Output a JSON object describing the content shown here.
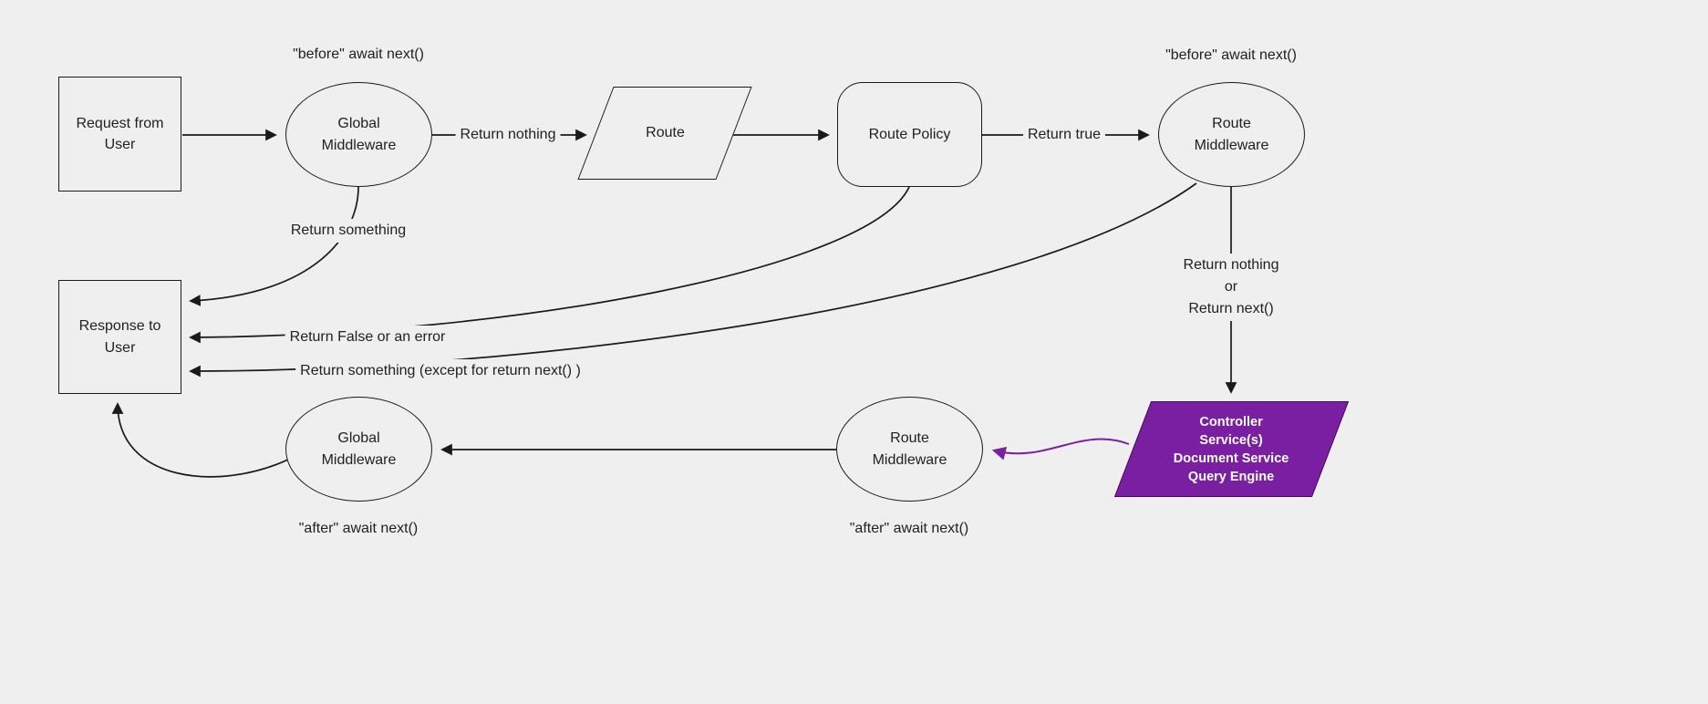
{
  "diagram": {
    "title": "Request lifecycle middleware flowchart",
    "background": "#efefef",
    "stroke_color": "#1a1a1a",
    "accent_purple": "#7b1fa2"
  },
  "nodes": {
    "request": "Request from\nUser",
    "global_middleware_top": "Global\nMiddleware",
    "route": "Route",
    "route_policy": "Route Policy",
    "route_middleware_top": "Route\nMiddleware",
    "response": "Response to\nUser",
    "controller": "Controller\nService(s)\nDocument Service\nQuery Engine",
    "route_middleware_bottom": "Route\nMiddleware",
    "global_middleware_bottom": "Global\nMiddleware"
  },
  "edge_labels": {
    "before_global": "\"before\" await next()",
    "before_route": "\"before\" await next()",
    "return_nothing": "Return nothing",
    "return_true": "Return true",
    "return_something": "Return something",
    "return_false_or_error": "Return False or an error",
    "return_something_except": "Return something (except for return next() )",
    "return_nothing_or_next": "Return nothing\nor\nReturn next()",
    "after_route": "\"after\" await next()",
    "after_global": "\"after\" await next()"
  }
}
